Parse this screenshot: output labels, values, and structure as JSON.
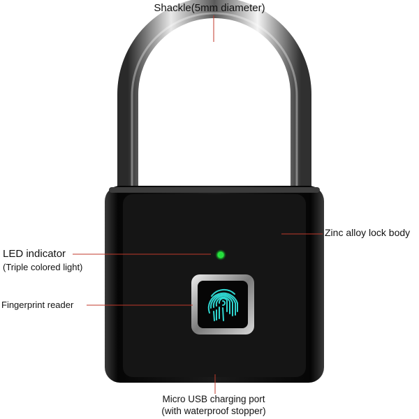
{
  "labels": {
    "shackle": "Shackle(5mm diameter)",
    "led_indicator": "LED indicator",
    "led_indicator_sub": "(Triple colored light)",
    "fingerprint_reader": "Fingerprint reader",
    "lock_body": "Zinc alloy lock body",
    "usb_port": "Micro USB charging port",
    "usb_port_sub": "(with waterproof stopper)"
  },
  "colors": {
    "leader_line": "#c0392b",
    "led": "#22e03a",
    "fingerprint": "#2fd6d0",
    "body": "#0c0c0c"
  }
}
